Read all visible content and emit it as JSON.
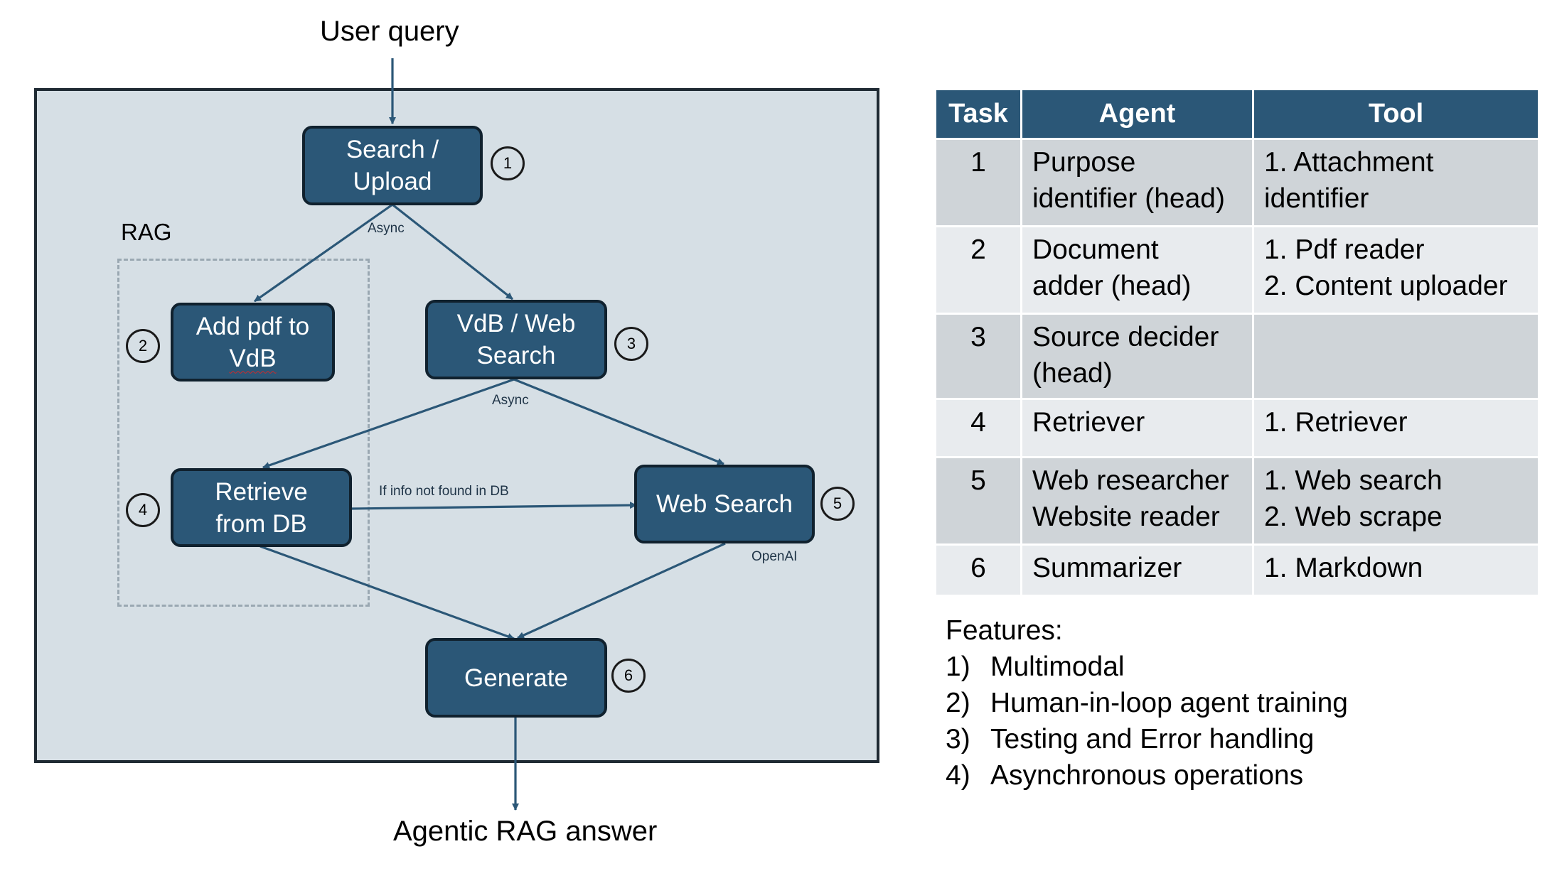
{
  "diagram": {
    "top_label": "User query",
    "bottom_label": "Agentic RAG answer",
    "rag_label": "RAG",
    "nodes": {
      "search_upload": {
        "line1": "Search /",
        "line2": "Upload",
        "num": "1"
      },
      "add_pdf": {
        "line1": "Add pdf to",
        "line2": "VdB",
        "num": "2"
      },
      "vdb_web": {
        "line1": "VdB / Web",
        "line2": "Search",
        "num": "3"
      },
      "retrieve": {
        "line1": "Retrieve",
        "line2": "from DB",
        "num": "4"
      },
      "web_search": {
        "line1": "Web Search",
        "num": "5"
      },
      "generate": {
        "line1": "Generate",
        "num": "6"
      }
    },
    "edge_labels": {
      "async1": "Async",
      "async2": "Async",
      "not_found": "If info not found in DB",
      "openai": "OpenAI"
    },
    "colors": {
      "node_fill": "#2b5777",
      "panel_fill": "#d6dfe5",
      "arrow": "#2b5777"
    }
  },
  "table": {
    "headers": [
      "Task",
      "Agent",
      "Tool"
    ],
    "rows": [
      {
        "task": "1",
        "agent": [
          "Purpose",
          "identifier (head)"
        ],
        "tool": [
          "1. Attachment",
          "identifier"
        ]
      },
      {
        "task": "2",
        "agent": [
          "Document",
          "adder (head)"
        ],
        "tool": [
          "1. Pdf reader",
          "2. Content uploader"
        ]
      },
      {
        "task": "3",
        "agent": [
          "Source decider",
          "(head)"
        ],
        "tool": []
      },
      {
        "task": "4",
        "agent": [
          "Retriever"
        ],
        "tool": [
          "1. Retriever"
        ]
      },
      {
        "task": "5",
        "agent": [
          "Web researcher",
          "Website reader"
        ],
        "tool": [
          "1. Web search",
          "2. Web scrape"
        ]
      },
      {
        "task": "6",
        "agent": [
          "Summarizer"
        ],
        "tool": [
          "1. Markdown"
        ]
      }
    ]
  },
  "features": {
    "title": "Features:",
    "items": [
      {
        "num": "1)",
        "text": "Multimodal"
      },
      {
        "num": "2)",
        "text": "Human-in-loop agent training"
      },
      {
        "num": "3)",
        "text": "Testing and Error handling"
      },
      {
        "num": "4)",
        "text": "Asynchronous operations"
      }
    ]
  }
}
